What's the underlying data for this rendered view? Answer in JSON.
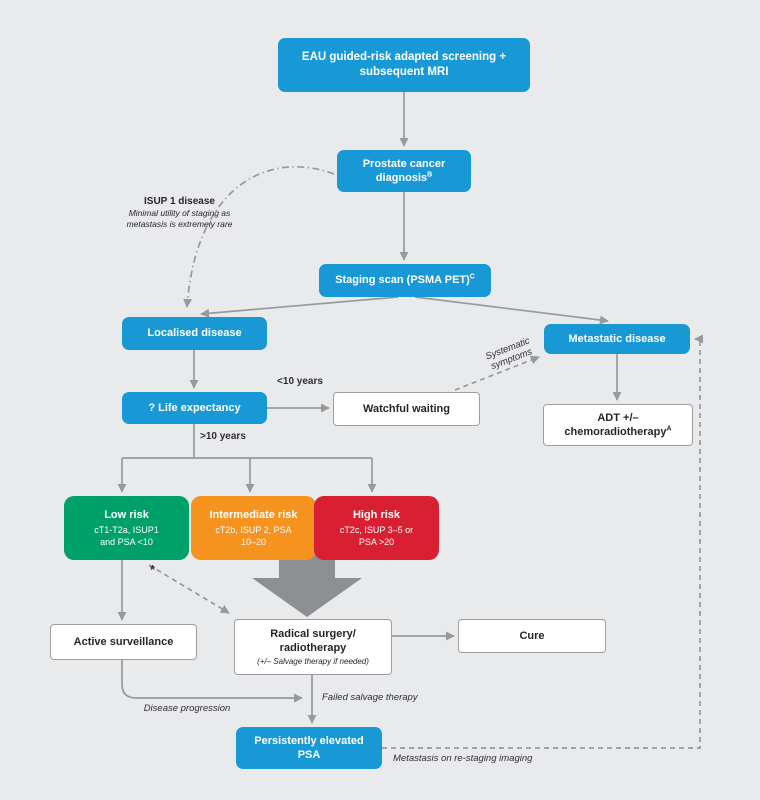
{
  "colors": {
    "background": "#e9eaec",
    "blue": "#1899d6",
    "green": "#00a06b",
    "orange": "#f6921e",
    "red": "#d92032",
    "arrow_gray": "#97999b",
    "big_arrow_gray": "#8d8f92",
    "white_box_border": "#9b9da0",
    "text_dark": "#26262a"
  },
  "nodes": {
    "screening": {
      "lines": [
        "EAU guided-risk adapted screening +",
        "subsequent MRI"
      ]
    },
    "prostate_diagnosis": {
      "lines": [
        "Prostate cancer",
        "diagnosis"
      ],
      "sup": "B"
    },
    "staging_scan": {
      "lines": [
        "Staging scan (PSMA PET)"
      ],
      "sup": "C"
    },
    "localised": {
      "lines": [
        "Localised disease"
      ]
    },
    "metastatic": {
      "lines": [
        "Metastatic disease"
      ]
    },
    "life_expectancy": {
      "lines": [
        "? Life expectancy"
      ]
    },
    "watchful_waiting": {
      "lines": [
        "Watchful waiting"
      ]
    },
    "adt": {
      "lines": [
        "ADT +/–",
        "chemoradiotherapy"
      ],
      "sup": "A"
    },
    "low_risk": {
      "title": "Low risk",
      "sub_lines": [
        "cT1-T2a, ISUP1",
        "and PSA <10"
      ]
    },
    "intermediate_risk": {
      "title": "Intermediate risk",
      "sub_lines": [
        "cT2b, ISUP 2, PSA",
        "10–20"
      ]
    },
    "high_risk": {
      "title": "High risk",
      "sub_lines": [
        "cT2c, ISUP 3–5 or",
        "PSA >20"
      ]
    },
    "active_surveillance": {
      "lines": [
        "Active surveillance"
      ]
    },
    "radical": {
      "lines": [
        "Radical surgery/",
        "radiotherapy"
      ],
      "note": "(+/– Salvage therapy if needed)"
    },
    "cure": {
      "lines": [
        "Cure"
      ]
    },
    "persistent_psa": {
      "lines": [
        "Persistently elevated",
        "PSA"
      ]
    }
  },
  "edge_labels": {
    "under_10_years": "<10 years",
    "over_10_years": ">10 years",
    "systematic_line1": "Systematic",
    "systematic_line2": "symptoms",
    "asterisk": "*",
    "disease_progression": "Disease progression",
    "failed_salvage": "Failed salvage therapy",
    "metastasis_restaging": "Metastasis on re-staging imaging",
    "isup_note_title": "ISUP 1 disease",
    "isup_note_body": "Minimal utility of staging as metastasis is extremely rare"
  }
}
